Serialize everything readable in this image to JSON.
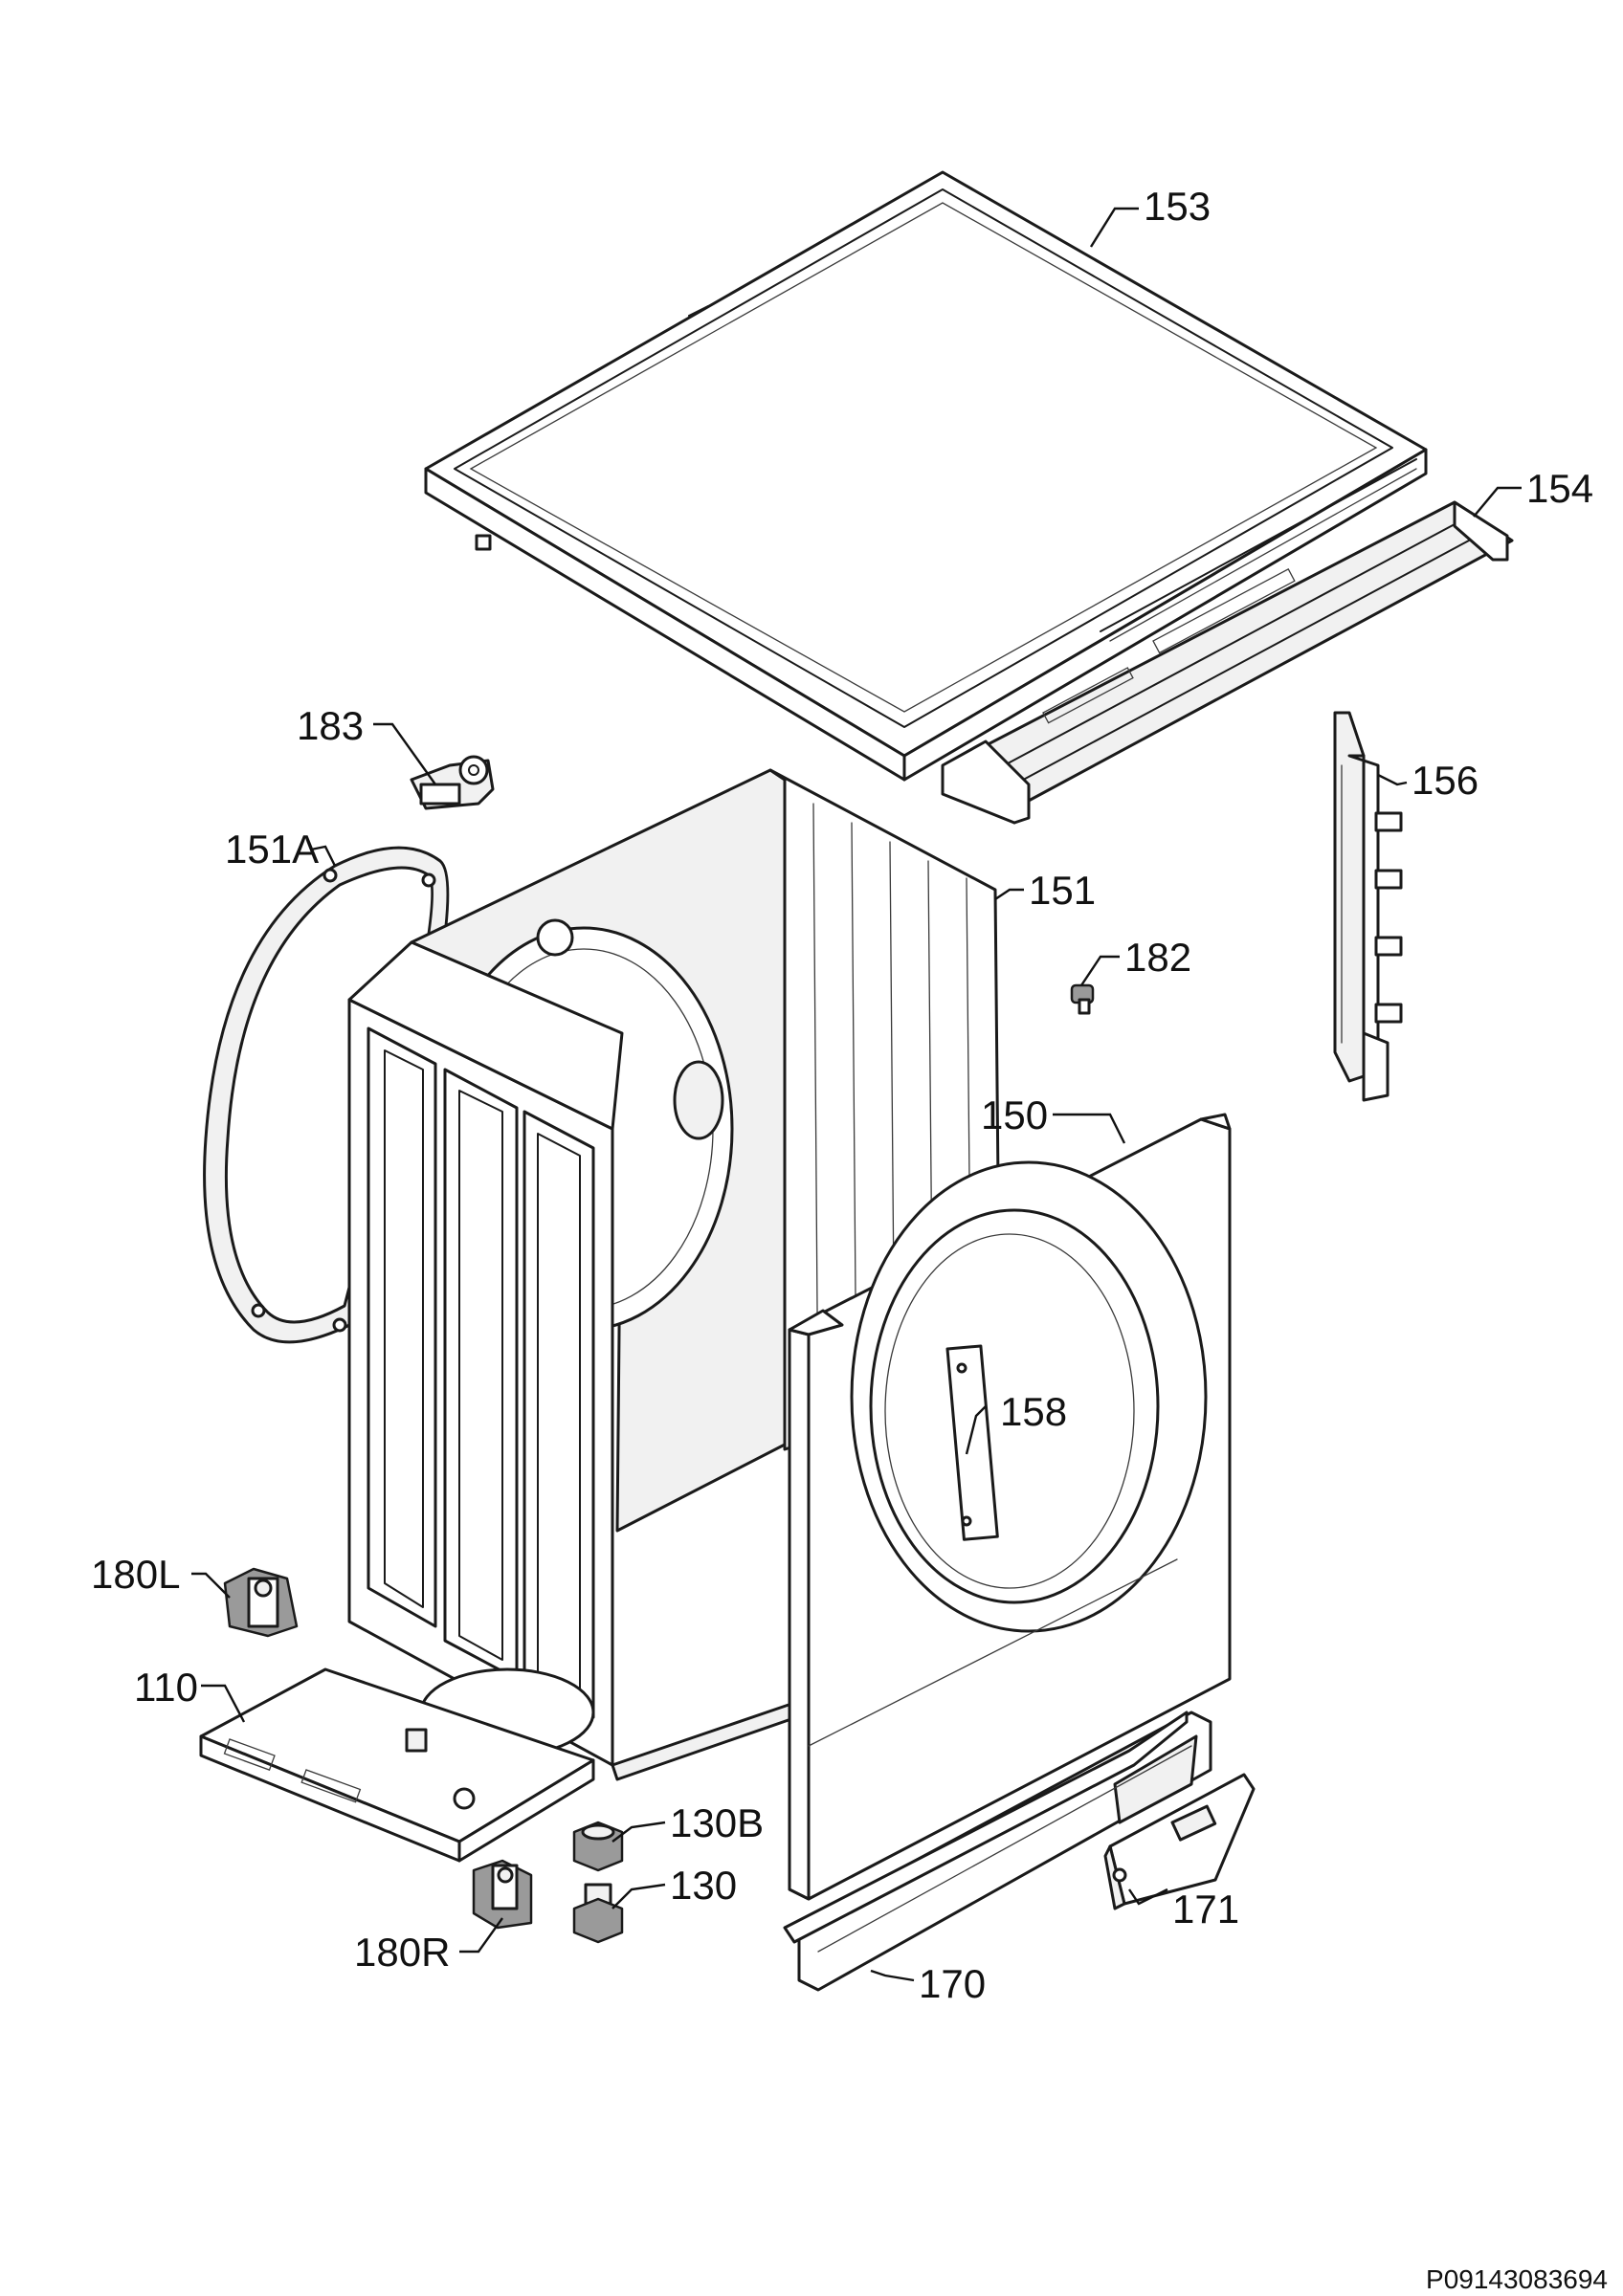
{
  "diagram": {
    "drawing_code": "P09143083694",
    "callouts": {
      "c153": "153",
      "c154": "154",
      "c183": "183",
      "c156": "156",
      "c151a": "151A",
      "c151": "151",
      "c182": "182",
      "c150": "150",
      "c158": "158",
      "c180l": "180L",
      "c110": "110",
      "c130b": "130B",
      "c130": "130",
      "c171": "171",
      "c180r": "180R",
      "c170": "170"
    }
  }
}
